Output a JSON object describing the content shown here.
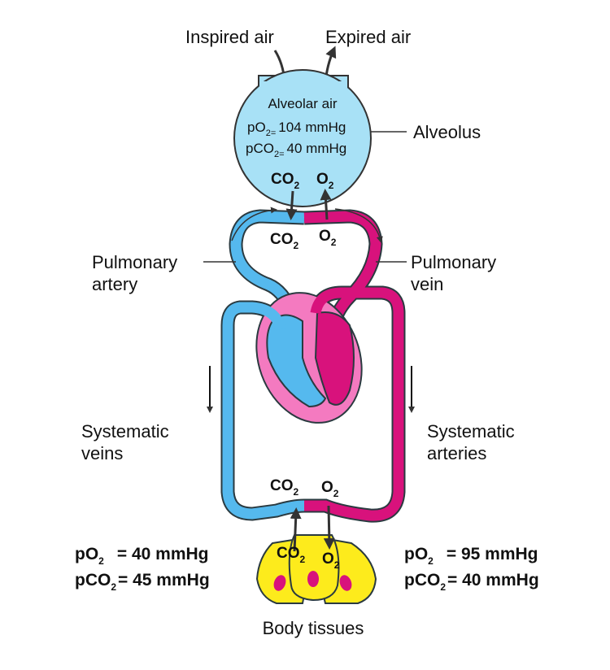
{
  "labels": {
    "inspired_air": "Inspired air",
    "expired_air": "Expired air",
    "alveolus": "Alveolus",
    "pulmonary_artery": [
      "Pulmonary",
      "artery"
    ],
    "pulmonary_vein": [
      "Pulmonary",
      "vein"
    ],
    "systematic_veins": [
      "Systematic",
      "veins"
    ],
    "systematic_arteries": [
      "Systematic",
      "arteries"
    ],
    "body_tissues": "Body tissues"
  },
  "alveolus": {
    "title": "Alveolar air",
    "po2_prefix": "pO",
    "po2_value": "104 mmHg",
    "pco2_prefix": "pCO",
    "pco2_value": "40 mmHg"
  },
  "gases": {
    "co2": "CO",
    "o2": "O",
    "sub": "2",
    "eq": "="
  },
  "venous": {
    "po2_prefix": "pO",
    "po2_value": "= 40 mmHg",
    "pco2_prefix": "pCO",
    "pco2_value": "= 45 mmHg"
  },
  "arterial": {
    "po2_prefix": "pO",
    "po2_value": "= 95 mmHg",
    "pco2_prefix": "pCO",
    "pco2_value": "= 40 mmHg"
  },
  "colors": {
    "deoxygenated": "#55b9ee",
    "oxygenated": "#d8127c",
    "heart_wall": "#f47ac0",
    "alveolus": "#a8e1f6",
    "tissue": "#fdeb1c"
  }
}
